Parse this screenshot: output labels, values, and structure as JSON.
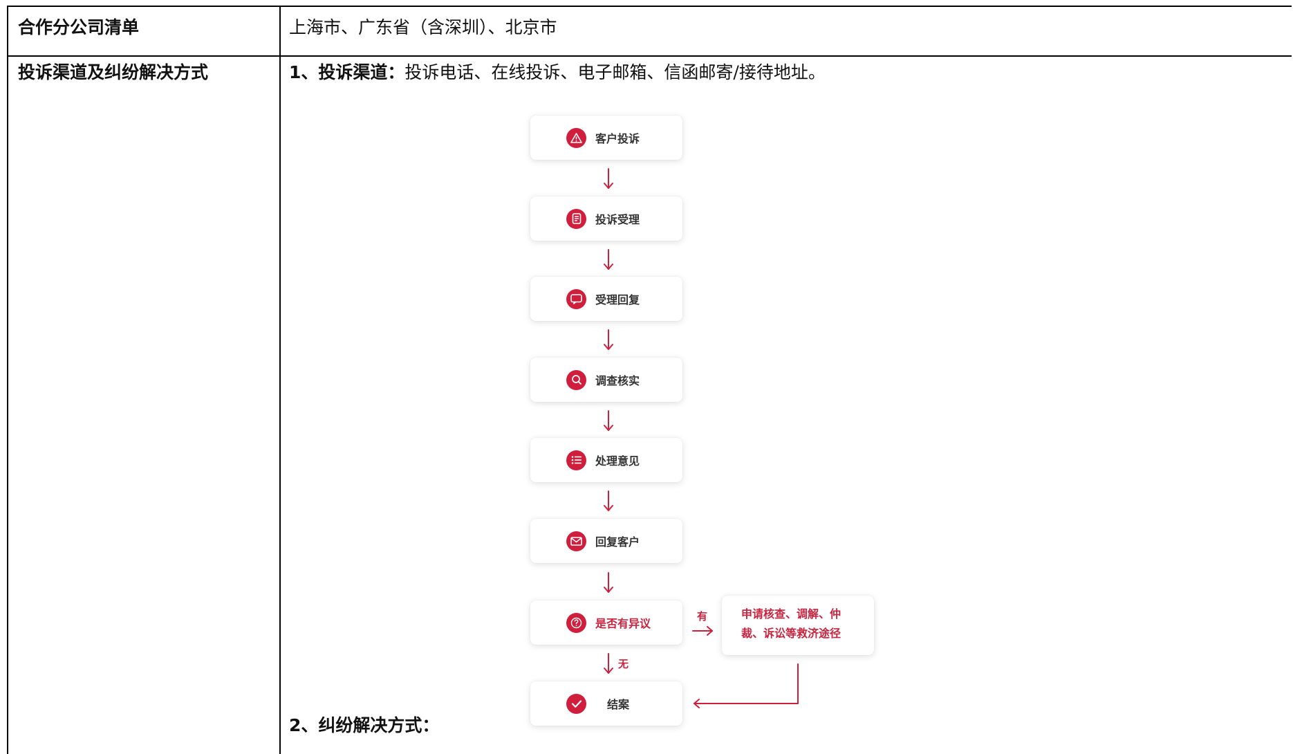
{
  "row1": {
    "label": "合作分公司清单",
    "value": "上海市、广东省（含深圳）、北京市"
  },
  "row2": {
    "label": "投诉渠道及纠纷解决方式",
    "item1_prefix": "1、投诉渠道：",
    "item1_text": "投诉电话、在线投诉、电子邮箱、信函邮寄/接待地址。",
    "item2": "2、纠纷解决方式："
  },
  "flow": {
    "steps": [
      {
        "label": "客户投诉",
        "icon": "warning-icon"
      },
      {
        "label": "投诉受理",
        "icon": "document-icon"
      },
      {
        "label": "受理回复",
        "icon": "message-icon"
      },
      {
        "label": "调查核实",
        "icon": "search-icon"
      },
      {
        "label": "处理意见",
        "icon": "list-icon"
      },
      {
        "label": "回复客户",
        "icon": "mail-icon"
      },
      {
        "label": "是否有异议",
        "icon": "question-icon"
      },
      {
        "label": "结案",
        "icon": "check-icon"
      }
    ],
    "yes_label": "有",
    "no_label": "无",
    "side_line1": "申请核查、调解、仲",
    "side_line2": "裁、诉讼等救济途径",
    "accent": "#d01e3d"
  }
}
